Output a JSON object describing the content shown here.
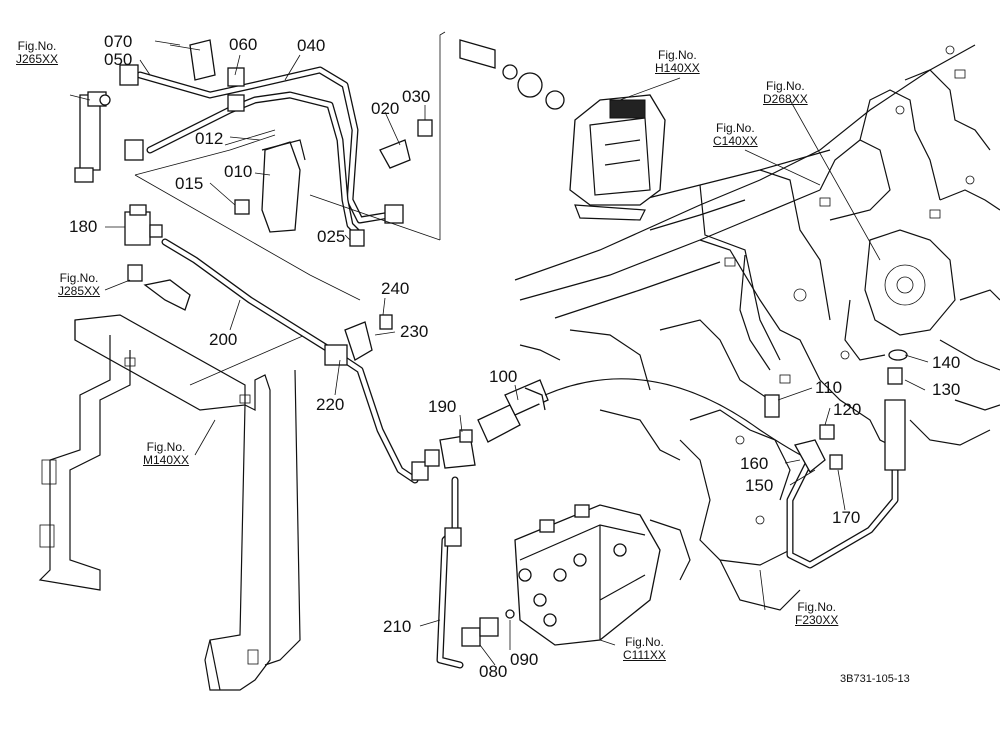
{
  "diagram": {
    "part_labels": [
      {
        "id": "070",
        "text": "070"
      },
      {
        "id": "060",
        "text": "060"
      },
      {
        "id": "040",
        "text": "040"
      },
      {
        "id": "050",
        "text": "050"
      },
      {
        "id": "030",
        "text": "030"
      },
      {
        "id": "020",
        "text": "020"
      },
      {
        "id": "012",
        "text": "012"
      },
      {
        "id": "015",
        "text": "015"
      },
      {
        "id": "010",
        "text": "010"
      },
      {
        "id": "025",
        "text": "025"
      },
      {
        "id": "180",
        "text": "180"
      },
      {
        "id": "240",
        "text": "240"
      },
      {
        "id": "230",
        "text": "230"
      },
      {
        "id": "200",
        "text": "200"
      },
      {
        "id": "220",
        "text": "220"
      },
      {
        "id": "100",
        "text": "100"
      },
      {
        "id": "190",
        "text": "190"
      },
      {
        "id": "110",
        "text": "110"
      },
      {
        "id": "120",
        "text": "120"
      },
      {
        "id": "140",
        "text": "140"
      },
      {
        "id": "130",
        "text": "130"
      },
      {
        "id": "160",
        "text": "160"
      },
      {
        "id": "150",
        "text": "150"
      },
      {
        "id": "170",
        "text": "170"
      },
      {
        "id": "210",
        "text": "210"
      },
      {
        "id": "080",
        "text": "080"
      },
      {
        "id": "090",
        "text": "090"
      }
    ],
    "figure_refs": [
      {
        "id": "j265",
        "caption": "Fig.No.",
        "code": "J265XX"
      },
      {
        "id": "h140",
        "caption": "Fig.No.",
        "code": "H140XX"
      },
      {
        "id": "d268",
        "caption": "Fig.No.",
        "code": "D268XX"
      },
      {
        "id": "c140",
        "caption": "Fig.No.",
        "code": "C140XX"
      },
      {
        "id": "j285",
        "caption": "Fig.No.",
        "code": "J285XX"
      },
      {
        "id": "m140",
        "caption": "Fig.No.",
        "code": "M140XX"
      },
      {
        "id": "c111",
        "caption": "Fig.No.",
        "code": "C111XX"
      },
      {
        "id": "f230",
        "caption": "Fig.No.",
        "code": "F230XX"
      }
    ],
    "drawing_number": "3B731-105-13"
  }
}
